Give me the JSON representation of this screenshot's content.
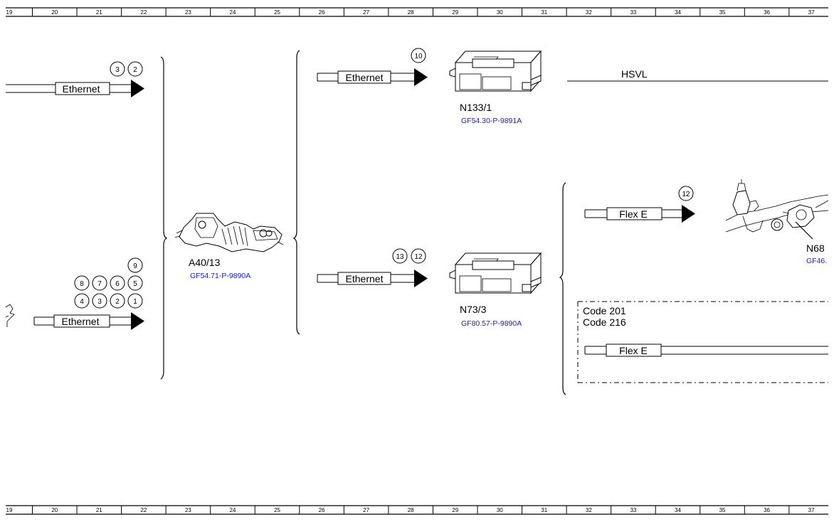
{
  "ruler": {
    "numbers": [
      "19",
      "20",
      "21",
      "22",
      "23",
      "24",
      "25",
      "26",
      "27",
      "28",
      "29",
      "30",
      "31",
      "32",
      "33",
      "34",
      "35",
      "36",
      "37"
    ]
  },
  "connectors": {
    "eth_left_top": "Ethernet",
    "eth_left_bottom": "Ethernet",
    "eth_mid_top": "Ethernet",
    "eth_mid_bottom": "Ethernet",
    "flex_top": "Flex E",
    "flex_bottom": "Flex E"
  },
  "circles": {
    "left_top": [
      "3",
      "2"
    ],
    "left_bottom": [
      "9",
      "8",
      "7",
      "6",
      "5",
      "4",
      "3",
      "2",
      "1"
    ],
    "mid_top": [
      "10"
    ],
    "mid_bottom": [
      "13",
      "12"
    ],
    "flex_top": [
      "12"
    ]
  },
  "components": {
    "a40": {
      "label": "A40/13",
      "ref": "GF54.71-P-9890A"
    },
    "n133": {
      "label": "N133/1",
      "ref": "GF54.30-P-9891A"
    },
    "n73": {
      "label": "N73/3",
      "ref": "GF80.57-P-9890A"
    },
    "n68": {
      "label": "N68",
      "ref": "GF46."
    }
  },
  "bus": {
    "label": "HSVL"
  },
  "code_box": {
    "line1": "Code 201",
    "line2": "Code 216"
  }
}
